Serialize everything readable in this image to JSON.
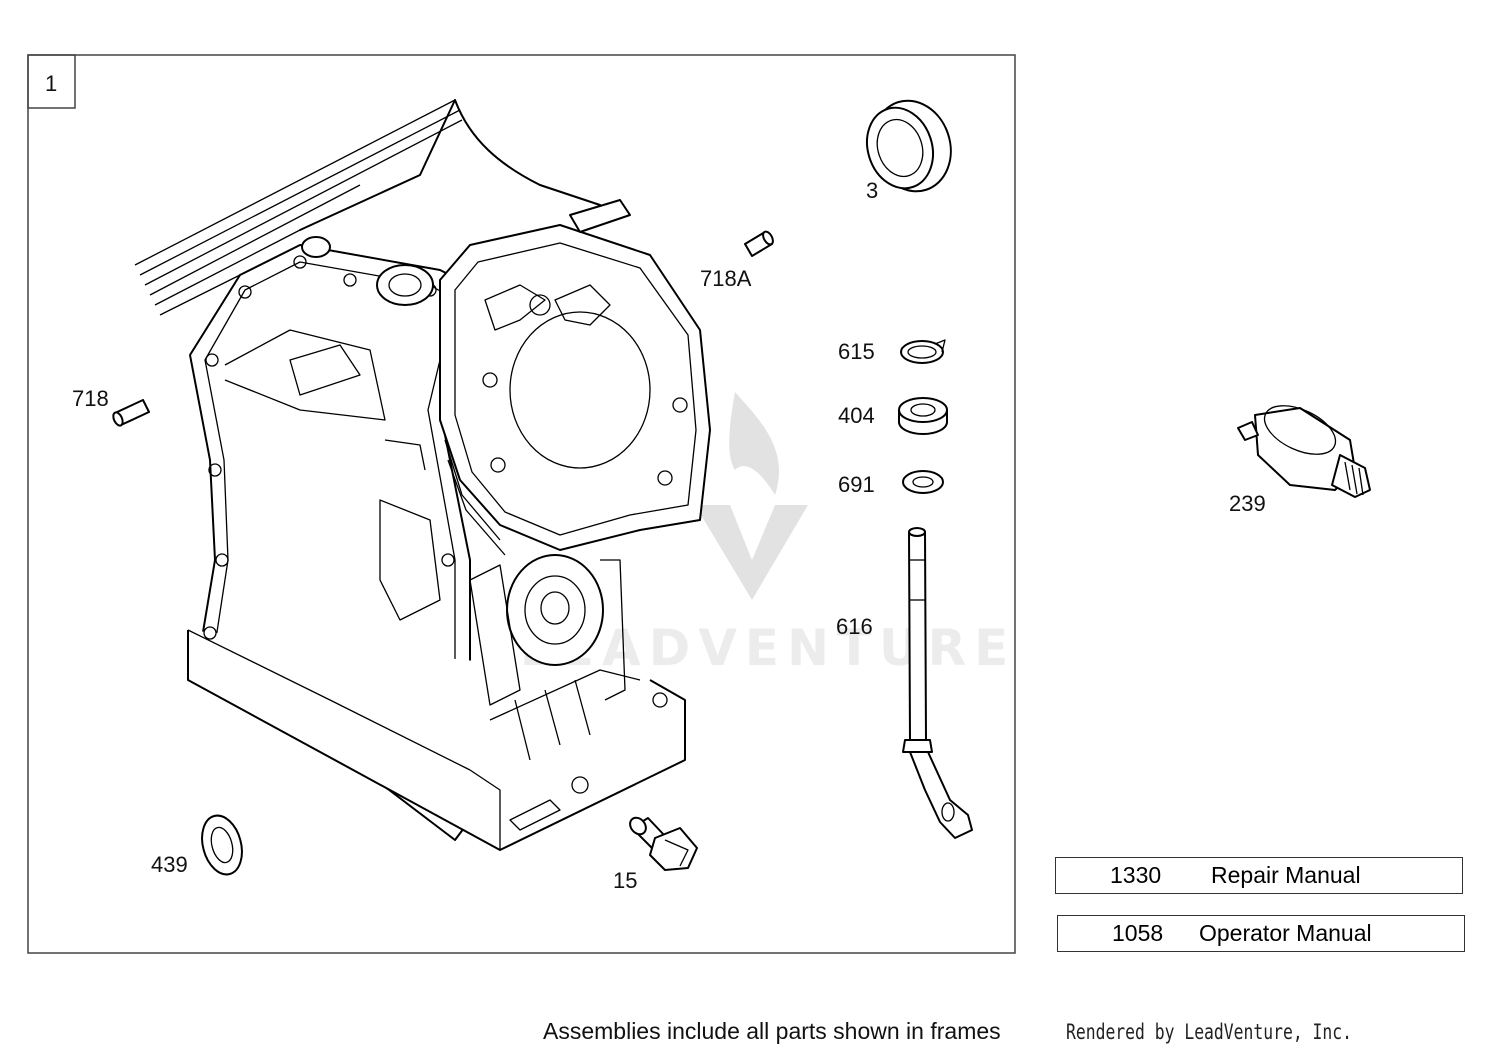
{
  "frame": {
    "number": "1"
  },
  "callouts": {
    "c3": "3",
    "c718a": "718A",
    "c615": "615",
    "c404": "404",
    "c691": "691",
    "c616": "616",
    "c718": "718",
    "c239": "239",
    "c439": "439",
    "c15": "15"
  },
  "manuals": [
    {
      "number": "1330",
      "label": "Repair Manual"
    },
    {
      "number": "1058",
      "label": "Operator Manual"
    }
  ],
  "watermark": {
    "text": "LEADVENTURE"
  },
  "footer": {
    "assemblies_note": "Assemblies include all parts shown in frames",
    "rendered_by": "Rendered by LeadVenture, Inc."
  }
}
